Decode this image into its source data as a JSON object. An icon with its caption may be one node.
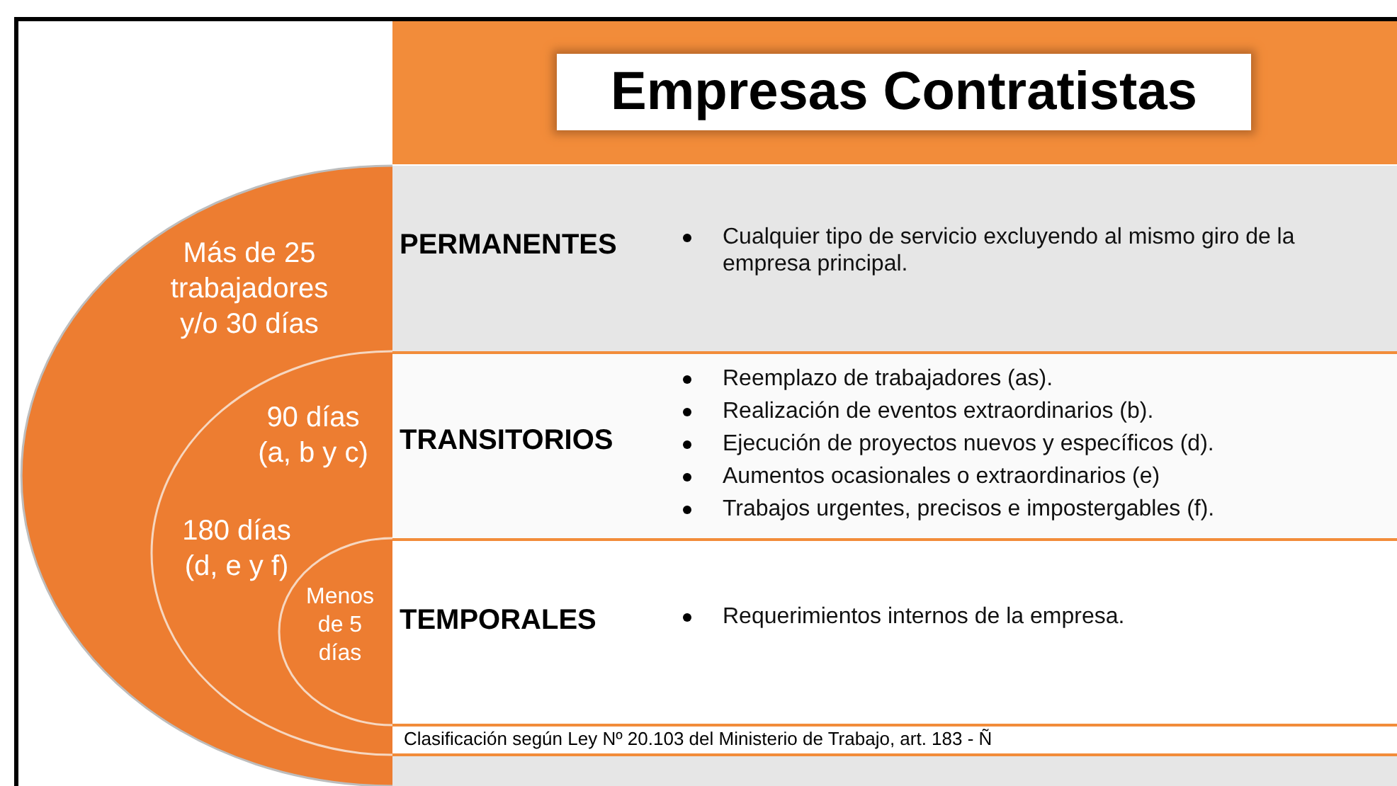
{
  "diagram": {
    "title": "Empresas Contratistas",
    "nodes": [
      {
        "text": [
          "Más de 25 trabajadores y/o 30 días"
        ]
      },
      {
        "text": [
          "90 días (a, b y c)",
          "180 días (d, e y f)"
        ],
        "in": 0
      },
      {
        "text": [
          "Menos de 5 días"
        ],
        "in": 1
      },
      {
        "text": [
          "PERMANENTES",
          "Cualquier tipo de servicio excluyendo al mismo giro de la empresa principal."
        ]
      },
      {
        "text": [
          "TRANSITORIOS",
          "Reemplazo de trabajadores (as).",
          "Realización de eventos extraordinarios (b).",
          "Ejecución de proyectos nuevos y específicos (d).",
          "Aumentos ocasionales o extraordinarios (e)",
          "Trabajos urgentes, precisos e impostergables (f)."
        ]
      },
      {
        "text": [
          "TEMPORALES",
          "Requerimientos internos de la empresa."
        ]
      }
    ],
    "labels": [
      "Clasificación según Ley Nº 20.103 del Ministerio de Trabajo, art. 183 - Ñ"
    ]
  }
}
